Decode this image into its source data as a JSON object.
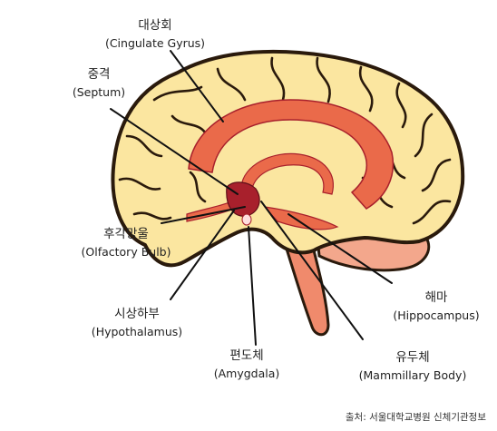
{
  "labels": {
    "cingulate": {
      "ko": "대상회",
      "en": "Cingulate Gyrus"
    },
    "septum": {
      "ko": "중격",
      "en": "Septum"
    },
    "olfactory": {
      "ko": "후각망울",
      "en": "Olfactory Bulb"
    },
    "hypothalamus": {
      "ko": "시상하부",
      "en": "Hypothalamus"
    },
    "amygdala": {
      "ko": "편도체",
      "en": "Amygdala"
    },
    "mammillary": {
      "ko": "유두체",
      "en": "Mammillary Body"
    },
    "hippocampus": {
      "ko": "해마",
      "en": "Hippocampus"
    }
  },
  "source": "출처: 서울대학교병원 신체기관정보",
  "colors": {
    "brain_fill": "#fbe6a0",
    "brain_outline": "#2a1a0c",
    "limbic": "#ea6a4a",
    "limbic_dark": "#a8202c",
    "brainstem": "#f08a6c"
  }
}
